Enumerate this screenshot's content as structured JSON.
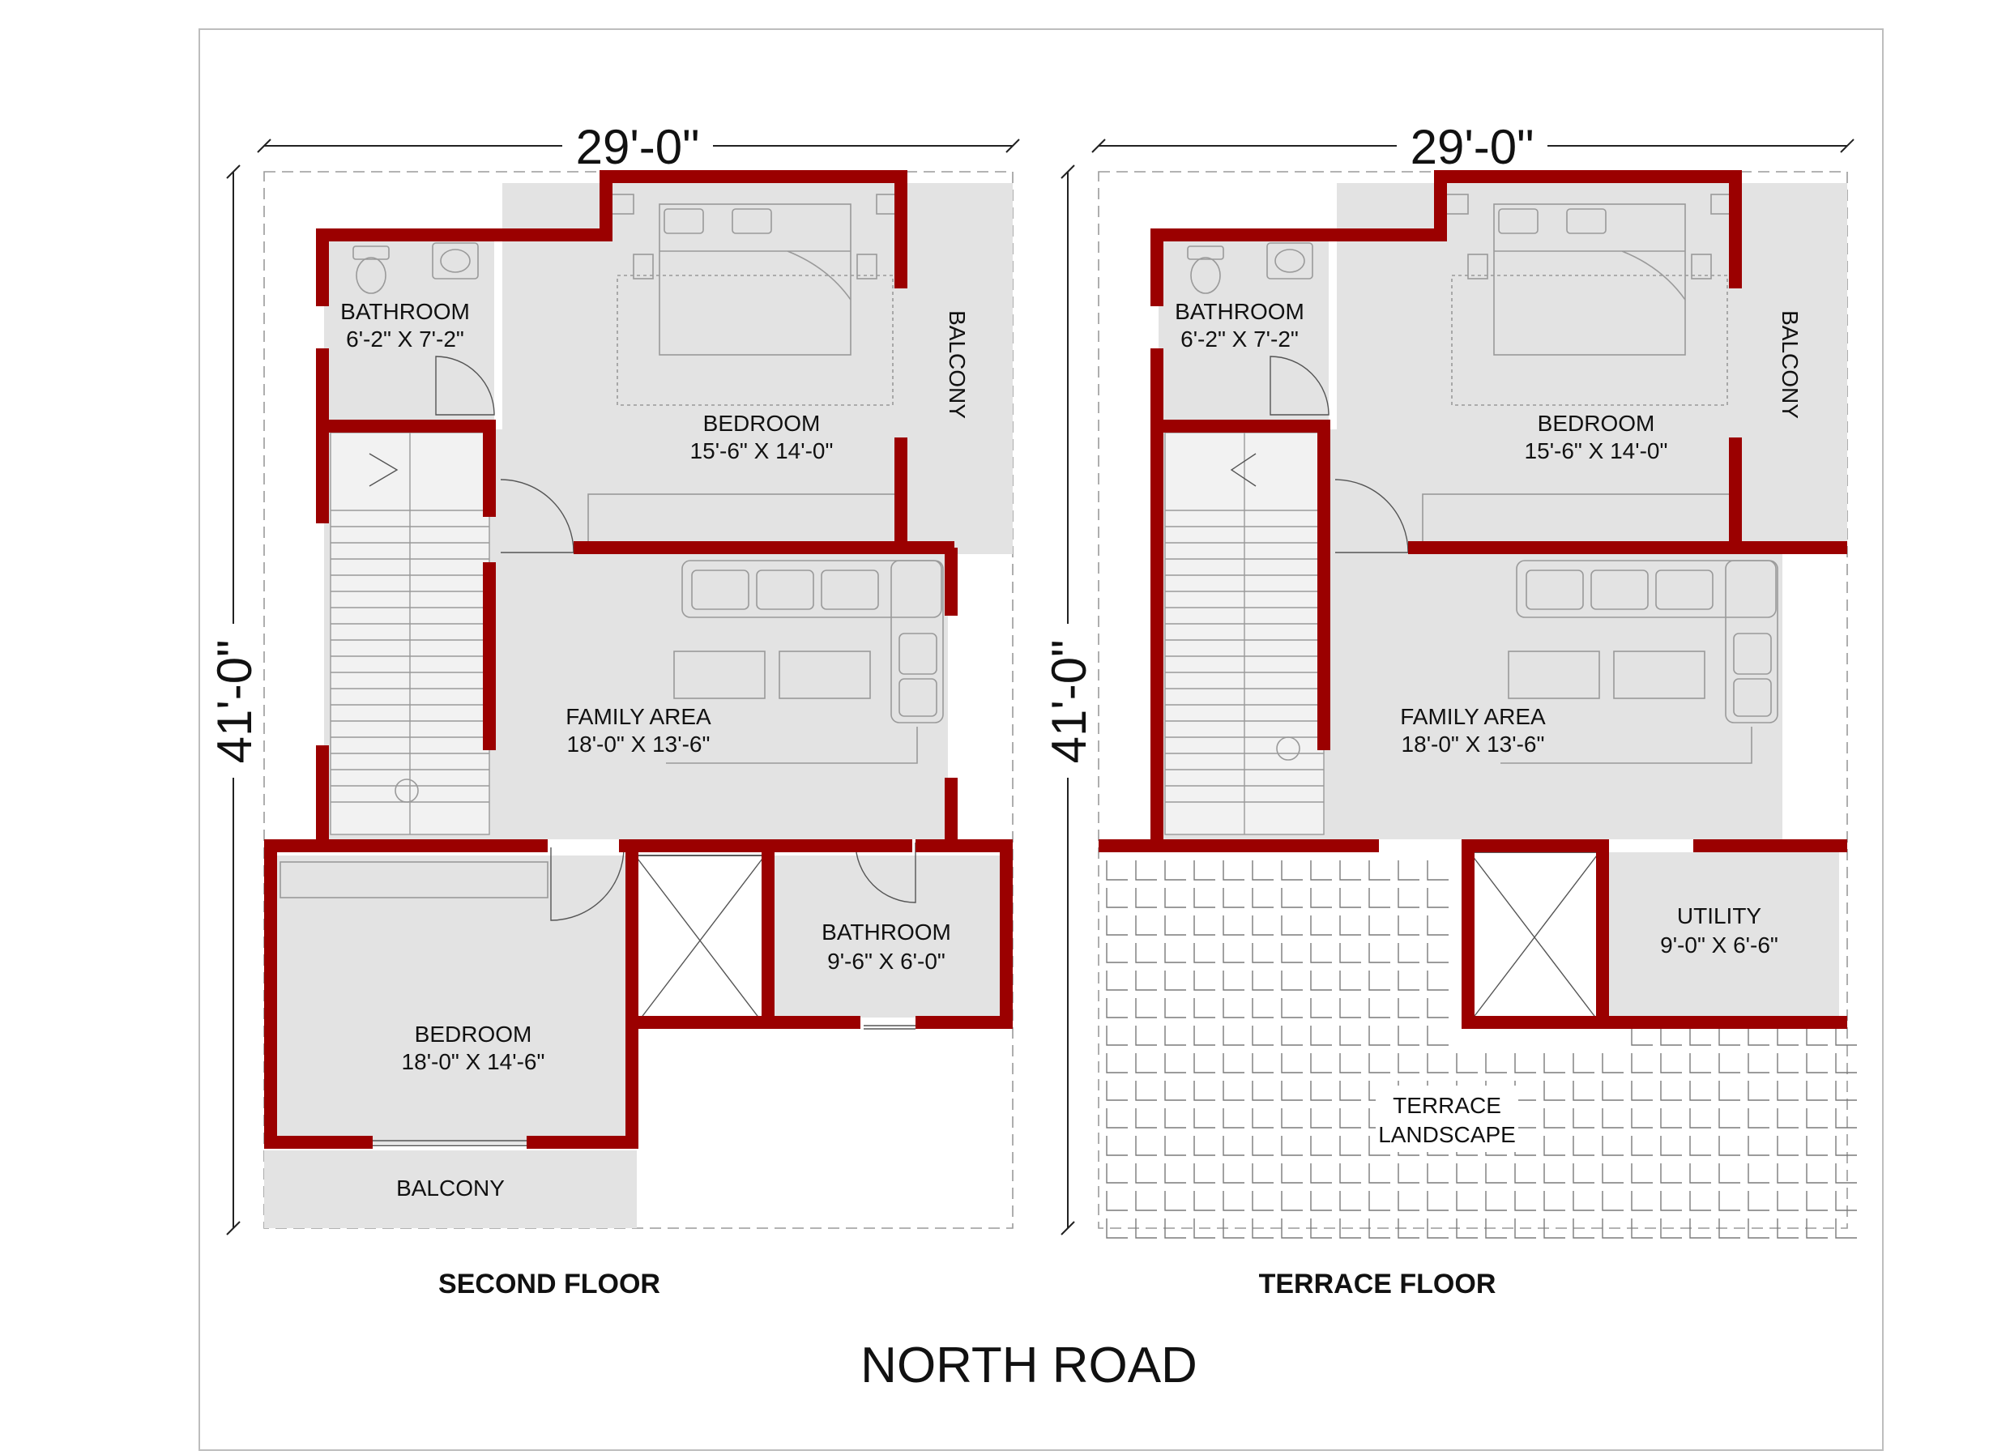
{
  "colors": {
    "wall": "#9b0000",
    "floor": "#e3e3e3",
    "background": "#ffffff"
  },
  "dimensions": {
    "width": "29'-0\"",
    "depth": "41'-0\""
  },
  "second_floor": {
    "title": "SECOND FLOOR",
    "bathroom_1": {
      "name": "BATHROOM",
      "size": "6'-2\" X 7'-2\""
    },
    "bedroom_1": {
      "name": "BEDROOM",
      "size": "15'-6\" X 14'-0\""
    },
    "balcony_side": "BALCONY",
    "family": {
      "name": "FAMILY AREA",
      "size": "18'-0\" X 13'-6\""
    },
    "bathroom_2": {
      "name": "BATHROOM",
      "size": "9'-6\" X 6'-0\""
    },
    "bedroom_2": {
      "name": "BEDROOM",
      "size": "18'-0\" X 14'-6\""
    },
    "balcony_front": "BALCONY"
  },
  "terrace_floor": {
    "title": "TERRACE FLOOR",
    "bathroom": {
      "name": "BATHROOM",
      "size": "6'-2\" X 7'-2\""
    },
    "bedroom": {
      "name": "BEDROOM",
      "size": "15'-6\" X 14'-0\""
    },
    "balcony_side": "BALCONY",
    "family": {
      "name": "FAMILY AREA",
      "size": "18'-0\" X 13'-6\""
    },
    "utility": {
      "name": "UTILITY",
      "size": "9'-0\" X 6'-6\""
    },
    "terrace": {
      "line1": "TERRACE",
      "line2": "LANDSCAPE"
    }
  },
  "road": "NORTH ROAD"
}
